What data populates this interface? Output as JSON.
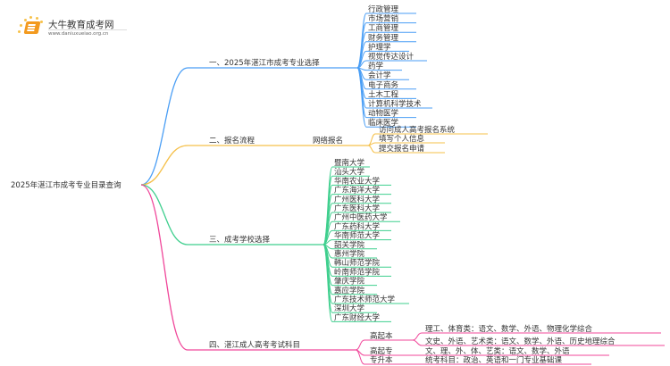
{
  "logo": {
    "title": "大牛教育成考网",
    "url": "www.daniuxueiao.org.cn"
  },
  "colors": {
    "branch1": "#4a9ef5",
    "branch2": "#f5c04a",
    "branch3": "#3fcf8e",
    "branch4": "#f0479a"
  },
  "root": "2025年湛江市成考专业目录查询",
  "branches": [
    {
      "label": "一、2025年湛江市成考专业选择",
      "color_key": "branch1",
      "children": [
        {
          "label": "行政管理"
        },
        {
          "label": "市场营销"
        },
        {
          "label": "工商管理"
        },
        {
          "label": "财务管理"
        },
        {
          "label": "护理学"
        },
        {
          "label": "视觉传达设计"
        },
        {
          "label": "药学"
        },
        {
          "label": "会计学"
        },
        {
          "label": "电子商务"
        },
        {
          "label": "土木工程"
        },
        {
          "label": "计算机科学技术"
        },
        {
          "label": "动物医学"
        },
        {
          "label": "临床医学"
        }
      ]
    },
    {
      "label": "二、报名流程",
      "color_key": "branch2",
      "children": [
        {
          "label": "网络报名",
          "children": [
            {
              "label": "访问成人高考报名系统"
            },
            {
              "label": "填写个人信息"
            },
            {
              "label": "提交报名申请"
            }
          ]
        }
      ]
    },
    {
      "label": "三、成考学校选择",
      "color_key": "branch3",
      "children": [
        {
          "label": "暨南大学"
        },
        {
          "label": "汕头大学"
        },
        {
          "label": "华南农业大学"
        },
        {
          "label": "广东海洋大学"
        },
        {
          "label": "广州医科大学"
        },
        {
          "label": "广东医科大学"
        },
        {
          "label": "广州中医药大学"
        },
        {
          "label": "广东药科大学"
        },
        {
          "label": "华南师范大学"
        },
        {
          "label": "韶关学院"
        },
        {
          "label": "惠州学院"
        },
        {
          "label": "韩山师范学院"
        },
        {
          "label": "岭南师范学院"
        },
        {
          "label": "肇庆学院"
        },
        {
          "label": "嘉应学院"
        },
        {
          "label": "广东技术师范大学"
        },
        {
          "label": "深圳大学"
        },
        {
          "label": "广东财经大学"
        }
      ]
    },
    {
      "label": "四、湛江成人高考考试科目",
      "color_key": "branch4",
      "children": [
        {
          "label": "高起本",
          "children": [
            {
              "label": "理工、体育类：语文、数学、外语、物理化学综合"
            },
            {
              "label": "文史、外语、艺术类：语文、数学、外语、历史地理综合"
            }
          ]
        },
        {
          "label": "高起专",
          "children": [
            {
              "label": "文、理、外、体、艺类：语文、数学、外语"
            }
          ]
        },
        {
          "label": "专升本",
          "children": [
            {
              "label": "统考科目：政治、英语和一门专业基础课"
            }
          ]
        }
      ]
    }
  ]
}
